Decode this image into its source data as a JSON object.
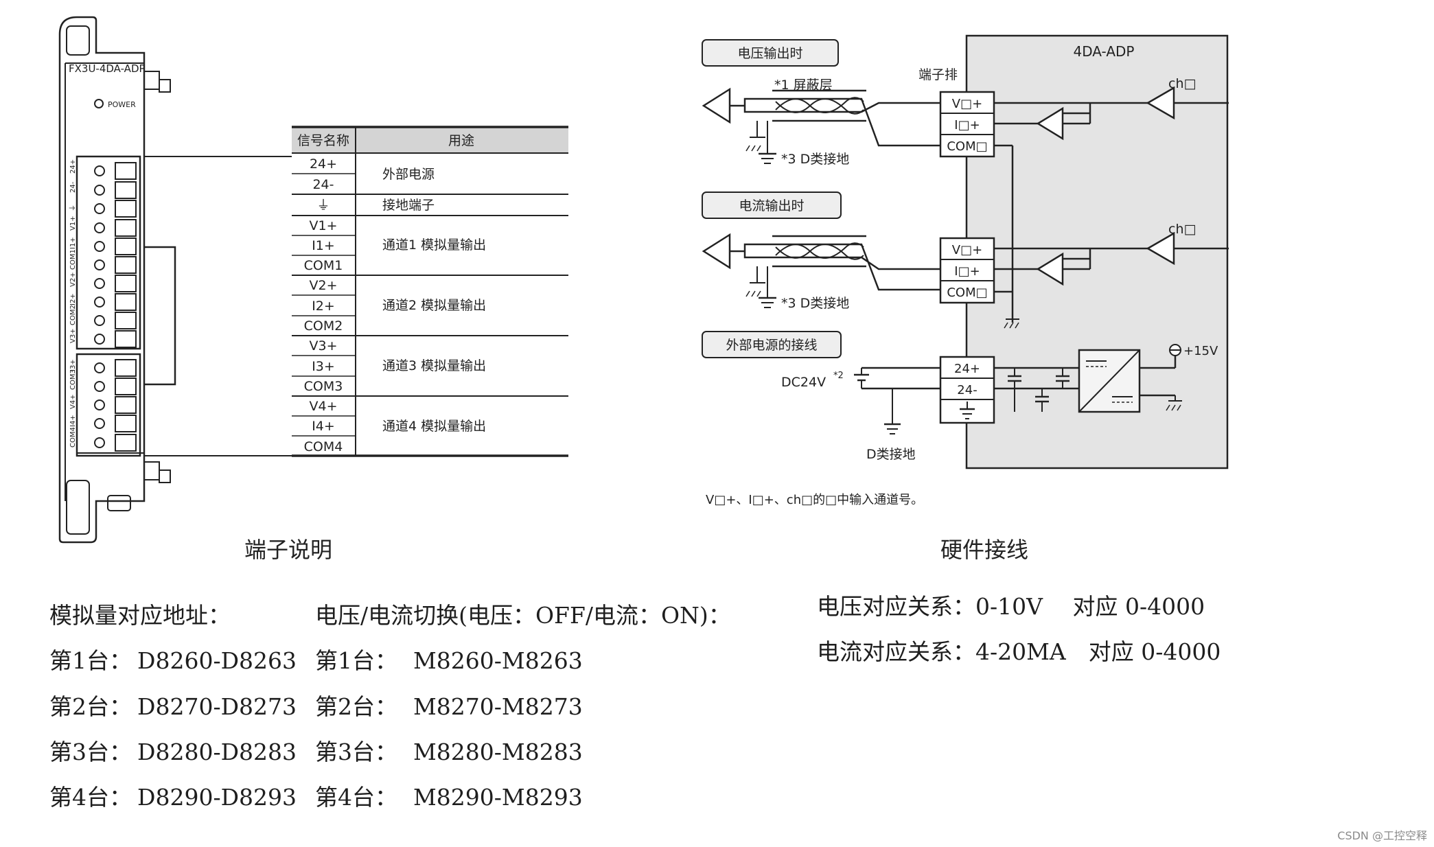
{
  "module": {
    "model": "FX3U-4DA-ADP",
    "power_label": "POWER",
    "side_terminals": [
      "24+",
      "24-",
      "⏚",
      "V1+",
      "I1+",
      "COM1",
      "V2+",
      "I2+",
      "COM2",
      "V3+",
      "I3+",
      "COM3",
      "V4+",
      "I4+",
      "COM4"
    ]
  },
  "terminal_table": {
    "headers": [
      "信号名称",
      "用途"
    ],
    "signals": [
      "24+",
      "24-",
      "⏚",
      "V1+",
      "I1+",
      "COM1",
      "V2+",
      "I2+",
      "COM2",
      "V3+",
      "I3+",
      "COM3",
      "V4+",
      "I4+",
      "COM4"
    ],
    "groups": [
      "外部电源",
      "接地端子",
      "通道1 模拟量输出",
      "通道2 模拟量输出",
      "通道3 模拟量输出",
      "通道4 模拟量输出"
    ]
  },
  "wiring": {
    "module_title": "4DA-ADP",
    "terminal_block": "端子排",
    "voltage_box": "电压输出时",
    "current_box": "电流输出时",
    "power_box": "外部电源的接线",
    "shield": "*1 屏蔽层",
    "ground_class_d_1": "*3 D类接地",
    "ground_class_d_2": "*3 D类接地",
    "ground_class_d_3": "D类接地",
    "dc_supply": "DC24V",
    "dc_note": "*2",
    "plus15": "+15V",
    "ch_label": "ch□",
    "v_terminal": "V□+",
    "i_terminal": "I□+",
    "com_terminal": "COM□",
    "p24": "24+",
    "m24": "24-",
    "note": "V□+、I□+、ch□的□中输入通道号。"
  },
  "captions": {
    "left": "端子说明",
    "right": "硬件接线"
  },
  "addresses": {
    "col1_header": "模拟量对应地址：",
    "col2_header": "电压/电流切换(电压：OFF/电流：ON)：",
    "rows": [
      {
        "unit": "第1台：",
        "d_range": "D8260-D8263",
        "unit2": "第1台：",
        "m_range": "M8260-M8263"
      },
      {
        "unit": "第2台：",
        "d_range": "D8270-D8273",
        "unit2": "第2台：",
        "m_range": "M8270-M8273"
      },
      {
        "unit": "第3台：",
        "d_range": "D8280-D8283",
        "unit2": "第3台：",
        "m_range": "M8280-M8283"
      },
      {
        "unit": "第4台：",
        "d_range": "D8290-D8293",
        "unit2": "第4台：",
        "m_range": "M8290-M8293"
      }
    ]
  },
  "relations": {
    "voltage": "电压对应关系：0-10V　 对应 0-4000",
    "current": "电流对应关系：4-20MA　对应 0-4000"
  },
  "watermark": "CSDN @工控空释"
}
